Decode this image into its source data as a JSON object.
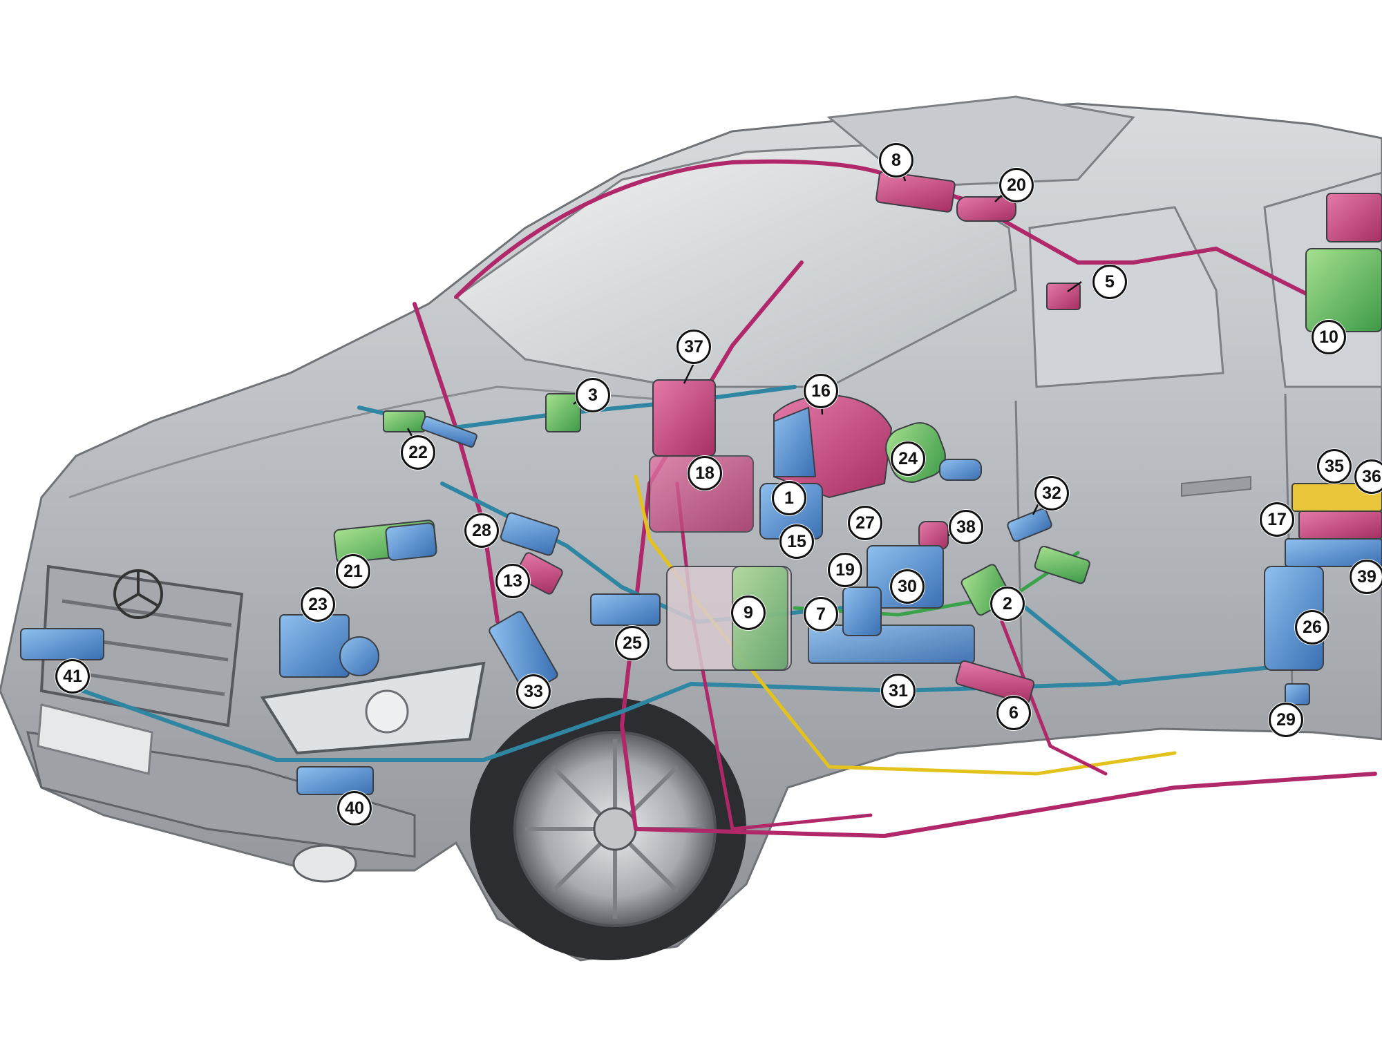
{
  "diagram": {
    "type": "vehicle-electronic-component-location",
    "callouts": [
      {
        "id": "c1",
        "label": "1"
      },
      {
        "id": "c2",
        "label": "2"
      },
      {
        "id": "c3",
        "label": "3"
      },
      {
        "id": "c5",
        "label": "5"
      },
      {
        "id": "c6",
        "label": "6"
      },
      {
        "id": "c7",
        "label": "7"
      },
      {
        "id": "c8",
        "label": "8"
      },
      {
        "id": "c9",
        "label": "9"
      },
      {
        "id": "c10",
        "label": "10"
      },
      {
        "id": "c13",
        "label": "13"
      },
      {
        "id": "c15",
        "label": "15"
      },
      {
        "id": "c16",
        "label": "16"
      },
      {
        "id": "c17",
        "label": "17"
      },
      {
        "id": "c18",
        "label": "18"
      },
      {
        "id": "c19",
        "label": "19"
      },
      {
        "id": "c20",
        "label": "20"
      },
      {
        "id": "c21",
        "label": "21"
      },
      {
        "id": "c22",
        "label": "22"
      },
      {
        "id": "c23",
        "label": "23"
      },
      {
        "id": "c24",
        "label": "24"
      },
      {
        "id": "c25",
        "label": "25"
      },
      {
        "id": "c26",
        "label": "26"
      },
      {
        "id": "c27",
        "label": "27"
      },
      {
        "id": "c28",
        "label": "28"
      },
      {
        "id": "c29",
        "label": "29"
      },
      {
        "id": "c30",
        "label": "30"
      },
      {
        "id": "c31",
        "label": "31"
      },
      {
        "id": "c32",
        "label": "32"
      },
      {
        "id": "c33",
        "label": "33"
      },
      {
        "id": "c35",
        "label": "35"
      },
      {
        "id": "c36",
        "label": "36"
      },
      {
        "id": "c37",
        "label": "37"
      },
      {
        "id": "c38",
        "label": "38"
      },
      {
        "id": "c39",
        "label": "39"
      },
      {
        "id": "c40",
        "label": "40"
      },
      {
        "id": "c41",
        "label": "41"
      }
    ],
    "colors": {
      "body_silver": "#b9bcc0",
      "body_dark": "#6f7377",
      "glass": "#d6dadd",
      "wire_magenta": "#b0286a",
      "wire_teal": "#2f86a3",
      "wire_yellow": "#e3c21c",
      "wire_green": "#3aa24a",
      "module_magenta": "#c8457d",
      "module_blue": "#4a86c8",
      "module_green": "#5cb85c",
      "module_yellow": "#e9c53a"
    }
  }
}
